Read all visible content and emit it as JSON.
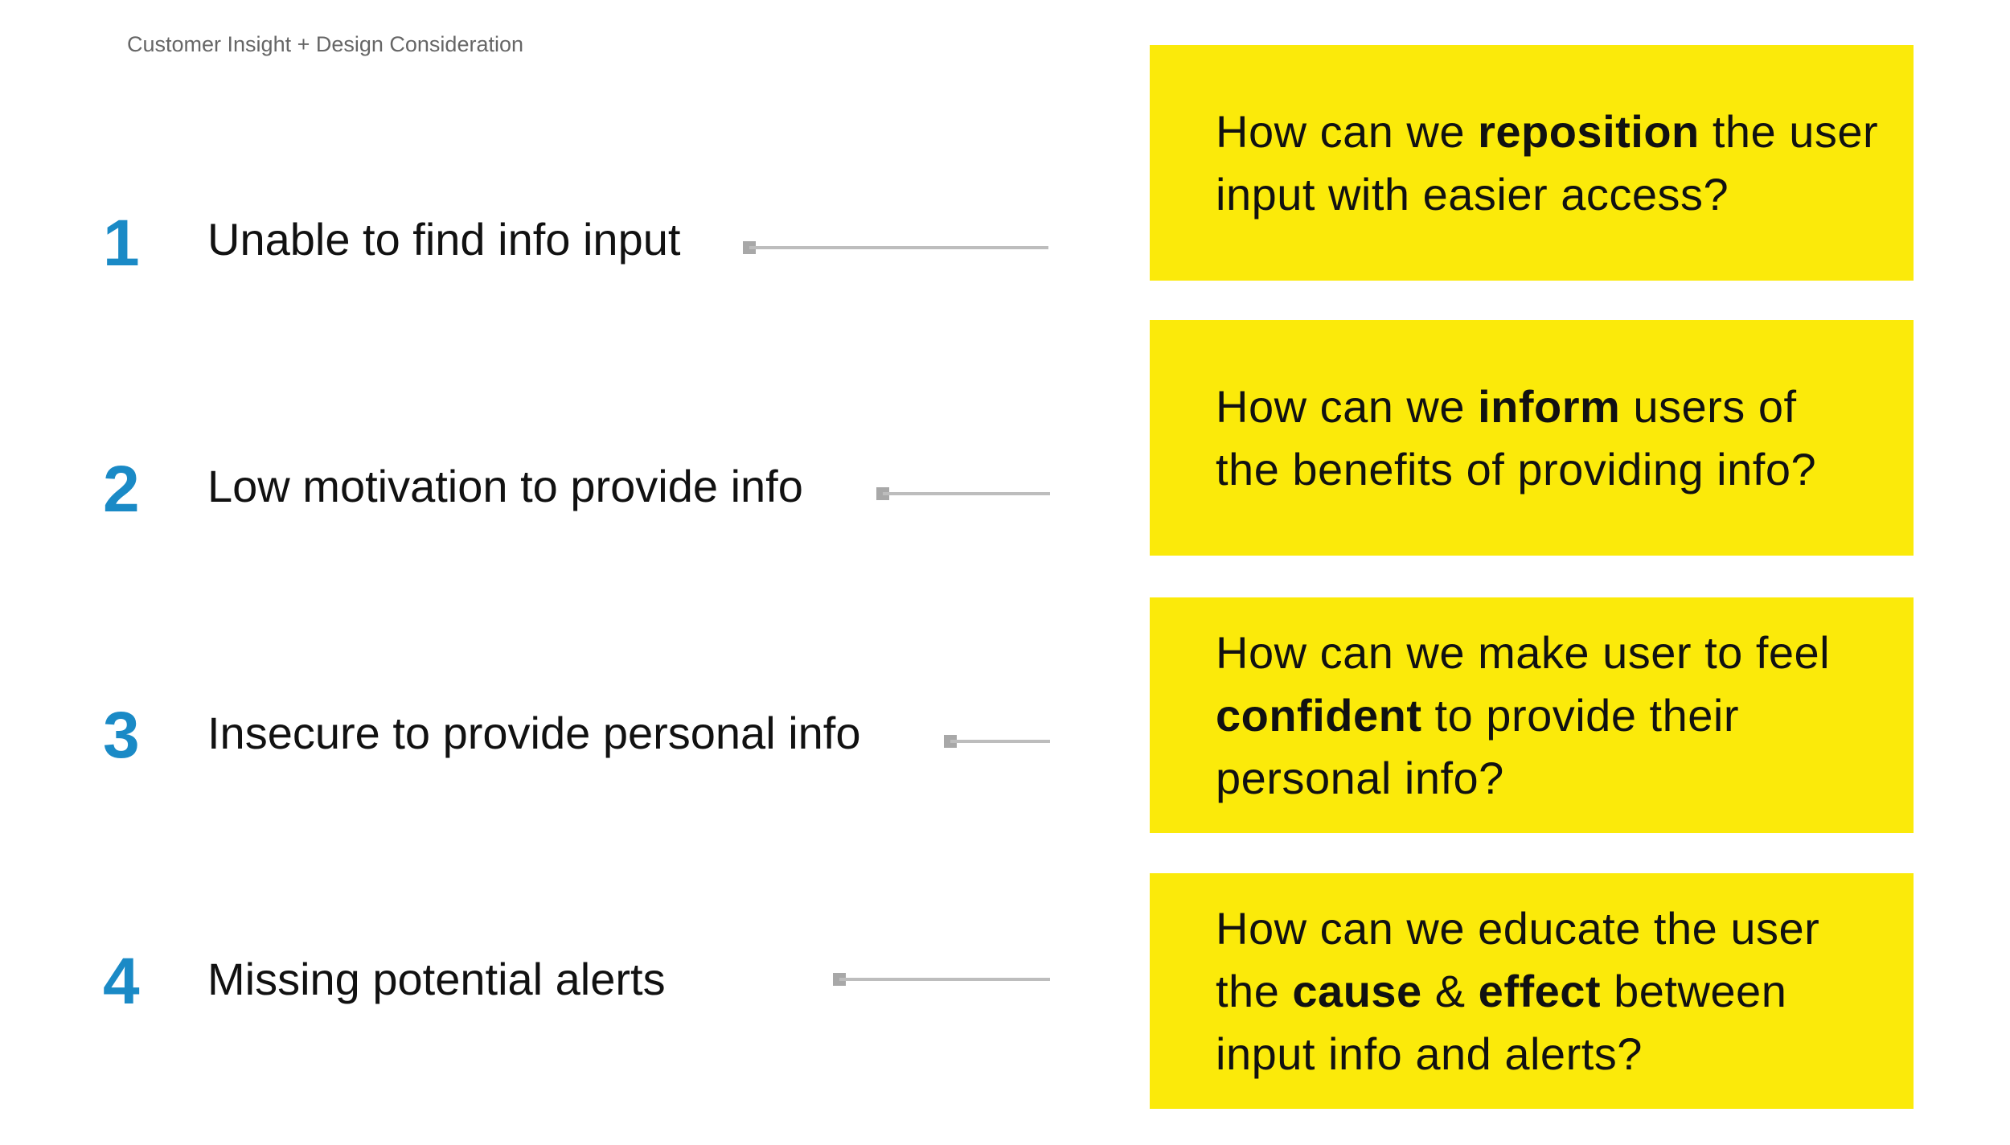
{
  "header": {
    "title": "Customer Insight + Design Consideration"
  },
  "insights": [
    {
      "number": "1",
      "text": "Unable to find info input",
      "question": {
        "line1_pre": "How can we ",
        "line1_bold": "reposition",
        "line1_post": " the user",
        "line2": "input with easier access?"
      }
    },
    {
      "number": "2",
      "text": "Low motivation to provide info",
      "question": {
        "line1_pre": "How can we ",
        "line1_bold": "inform",
        "line1_post": " users of",
        "line2": "the benefits of providing info?"
      }
    },
    {
      "number": "3",
      "text": "Insecure to provide personal info",
      "question": {
        "line1": "How can we make user to feel",
        "line2_bold": "confident",
        "line2_post": " to provide their",
        "line3": "personal info?"
      }
    },
    {
      "number": "4",
      "text": "Missing potential alerts",
      "question": {
        "line1": "How can we educate the user",
        "line2_pre": "the ",
        "line2_bold1": "cause",
        "line2_mid": " & ",
        "line2_bold2": "effect",
        "line2_post": " between",
        "line3": "input info and alerts?"
      }
    }
  ],
  "colors": {
    "accent_number": "#1a8ac6",
    "card_background": "#fbea0a",
    "connector": "#bdbdbd"
  }
}
